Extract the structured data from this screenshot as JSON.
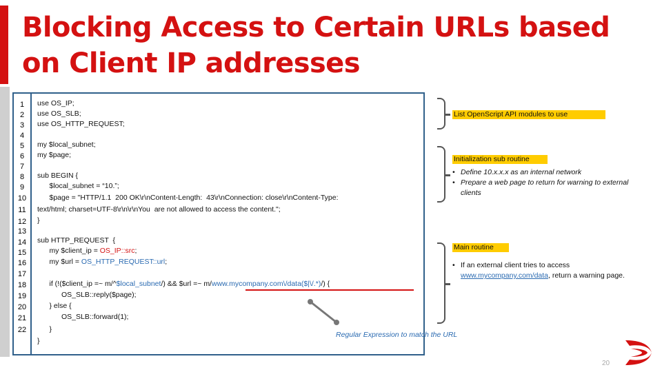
{
  "slide": {
    "title_line1": "Blocking Access to Certain URLs based",
    "title_line2": "on Client IP addresses",
    "page_number": "20"
  },
  "code": {
    "line_numbers": [
      "1",
      "2",
      "3",
      "4",
      "5",
      "6",
      "7",
      "8",
      "9",
      "10",
      "11",
      "12",
      "13",
      "14",
      "15",
      "16",
      "17",
      "18",
      "19",
      "20",
      "21",
      "22"
    ],
    "lines": {
      "l1": "use OS_IP;",
      "l2": "use OS_SLB;",
      "l3": "use OS_HTTP_REQUEST;",
      "l5": "my $local_subnet;",
      "l6": "my $page;",
      "l8": "sub BEGIN {",
      "l9": "      $local_subnet = “10.”;",
      "l10": "      $page = \"HTTP/1.1  200 OK\\r\\nContent-Length:  43\\r\\nConnection: close\\r\\nContent-Type:",
      "l11": "text/html; charset=UTF-8\\r\\n\\r\\nYou  are not allowed to access the content.\";",
      "l12": "}",
      "l14": "sub HTTP_REQUEST  {",
      "l15a": "      my $client_ip = ",
      "l15b": "OS_IP::src",
      "l15c": ";",
      "l16a": "      my $url = ",
      "l16b": "OS_HTTP_REQUEST::url",
      "l16c": ";",
      "l18a": "      if (!($client_ip =~ m/^",
      "l18b": "$local_subnet",
      "l18c": "/) && $url =~ m/",
      "l18d": "www.mycompany.com\\/data($|\\/.*)",
      "l18e": "/) {",
      "l19": "            OS_SLB::reply($page);",
      "l20": "      } else {",
      "l21": "            OS_SLB::forward(1);",
      "l22": "      }",
      "l23": "}"
    }
  },
  "annotations": {
    "modules_label": "List  OpenScript  API modules to use",
    "init_label": "Initialization sub routine",
    "init_bullets": [
      "Define 10.x.x.x as an internal network",
      "Prepare a web page to return for warning to external clients"
    ],
    "main_label": "Main routine",
    "main_bullet_before": "If an external client tries to access ",
    "main_bullet_link": "www.mycompany.com/data",
    "main_bullet_after": ", return a warning page.",
    "regex_caption": "Regular Expression to match the URL"
  },
  "colors": {
    "accent": "#d41111",
    "panel_border": "#2f5f8a",
    "highlight": "#ffcc00",
    "link": "#2a6ab1"
  },
  "icons": {
    "logo": "brocade-wing-logo"
  }
}
